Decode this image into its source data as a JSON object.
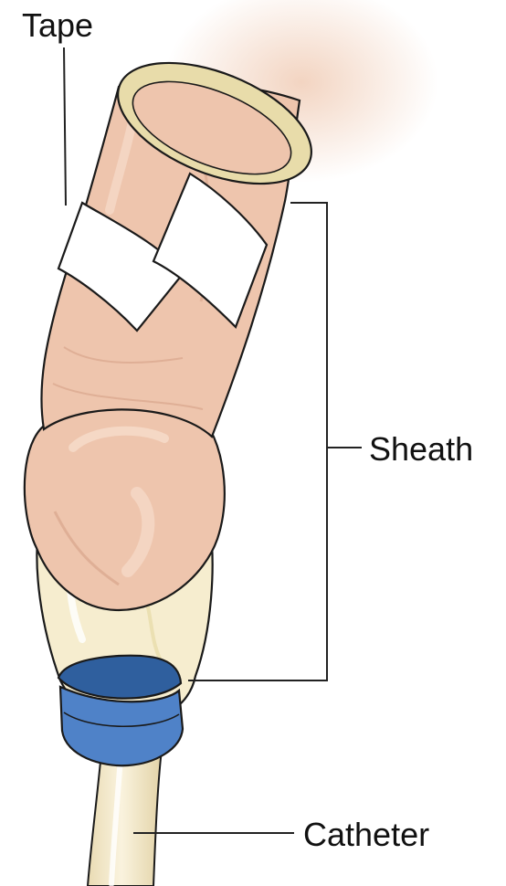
{
  "labels": {
    "tape": "Tape",
    "sheath": "Sheath",
    "catheter": "Catheter"
  },
  "colors": {
    "skin_base": "#EEC5AD",
    "skin_shadow": "#D9A58C",
    "skin_highlight": "#F6DCCB",
    "background_skin": "#F2D2BE",
    "sheath_rim": "#E8DCAA",
    "sheath_lower": "#F6EDCF",
    "tape": "#FFFFFF",
    "ring_blue": "#4F82C8",
    "ring_blue_dark": "#2F5F9E",
    "tube": "#F4E8C6",
    "outline": "#1A1A1A",
    "leader_line": "#222222"
  },
  "icons": {
    "tape": "tape-strip-icon",
    "connector": "connector-ring-icon",
    "tube": "catheter-tube-icon"
  }
}
